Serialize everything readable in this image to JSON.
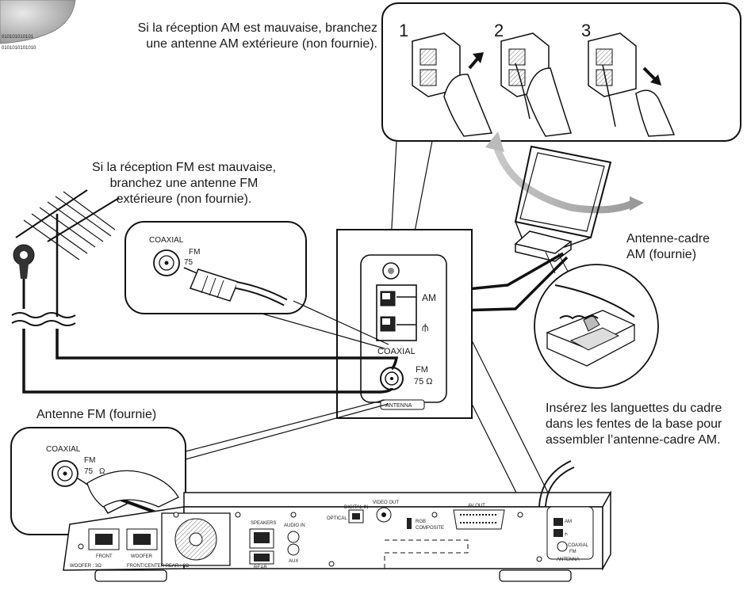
{
  "captions": {
    "am_external": [
      "Si la réception AM est mauvaise, branchez",
      "une antenne AM extérieure (non fournie)."
    ],
    "fm_external": [
      "Si la réception FM est mauvaise,",
      "branchez une antenne FM",
      "extérieure (non fournie)."
    ],
    "am_loop": [
      "Antenne-cadre",
      "AM (fournie)"
    ],
    "fm_supplied": "Antenne FM (fournie)",
    "assembly": [
      "Insérez les languettes du cadre",
      "dans les fentes de la base pour",
      "assembler l’antenne-cadre AM."
    ]
  },
  "steps": [
    "1",
    "2",
    "3"
  ],
  "labels": {
    "coaxial": "COAXIAL",
    "coaxial_small": "COAXIAL",
    "fm": "FM",
    "fm_75": "75",
    "ohm": "Ω",
    "am": "AM",
    "ground": "⫛",
    "antenna": "ANTENNA",
    "fm75ohm": "75 Ω"
  },
  "rear_panel": {
    "speakers": "SPEAKERS",
    "audio_in": "AUDIO IN",
    "digital_in": "DIGITAL IN",
    "optical": "OPTICAL",
    "video_out": "VIDEO OUT",
    "av_out": "AV OUT",
    "rgb": "RGB",
    "composite": "COMPOSITE",
    "front": "FRONT",
    "woofer": "WOOFER",
    "rear": "REAR",
    "aux": "AUX",
    "impedance_1": "WOOFER : 3Ω",
    "impedance_2": "FRONT/CENTER REAR : 6Ω"
  }
}
